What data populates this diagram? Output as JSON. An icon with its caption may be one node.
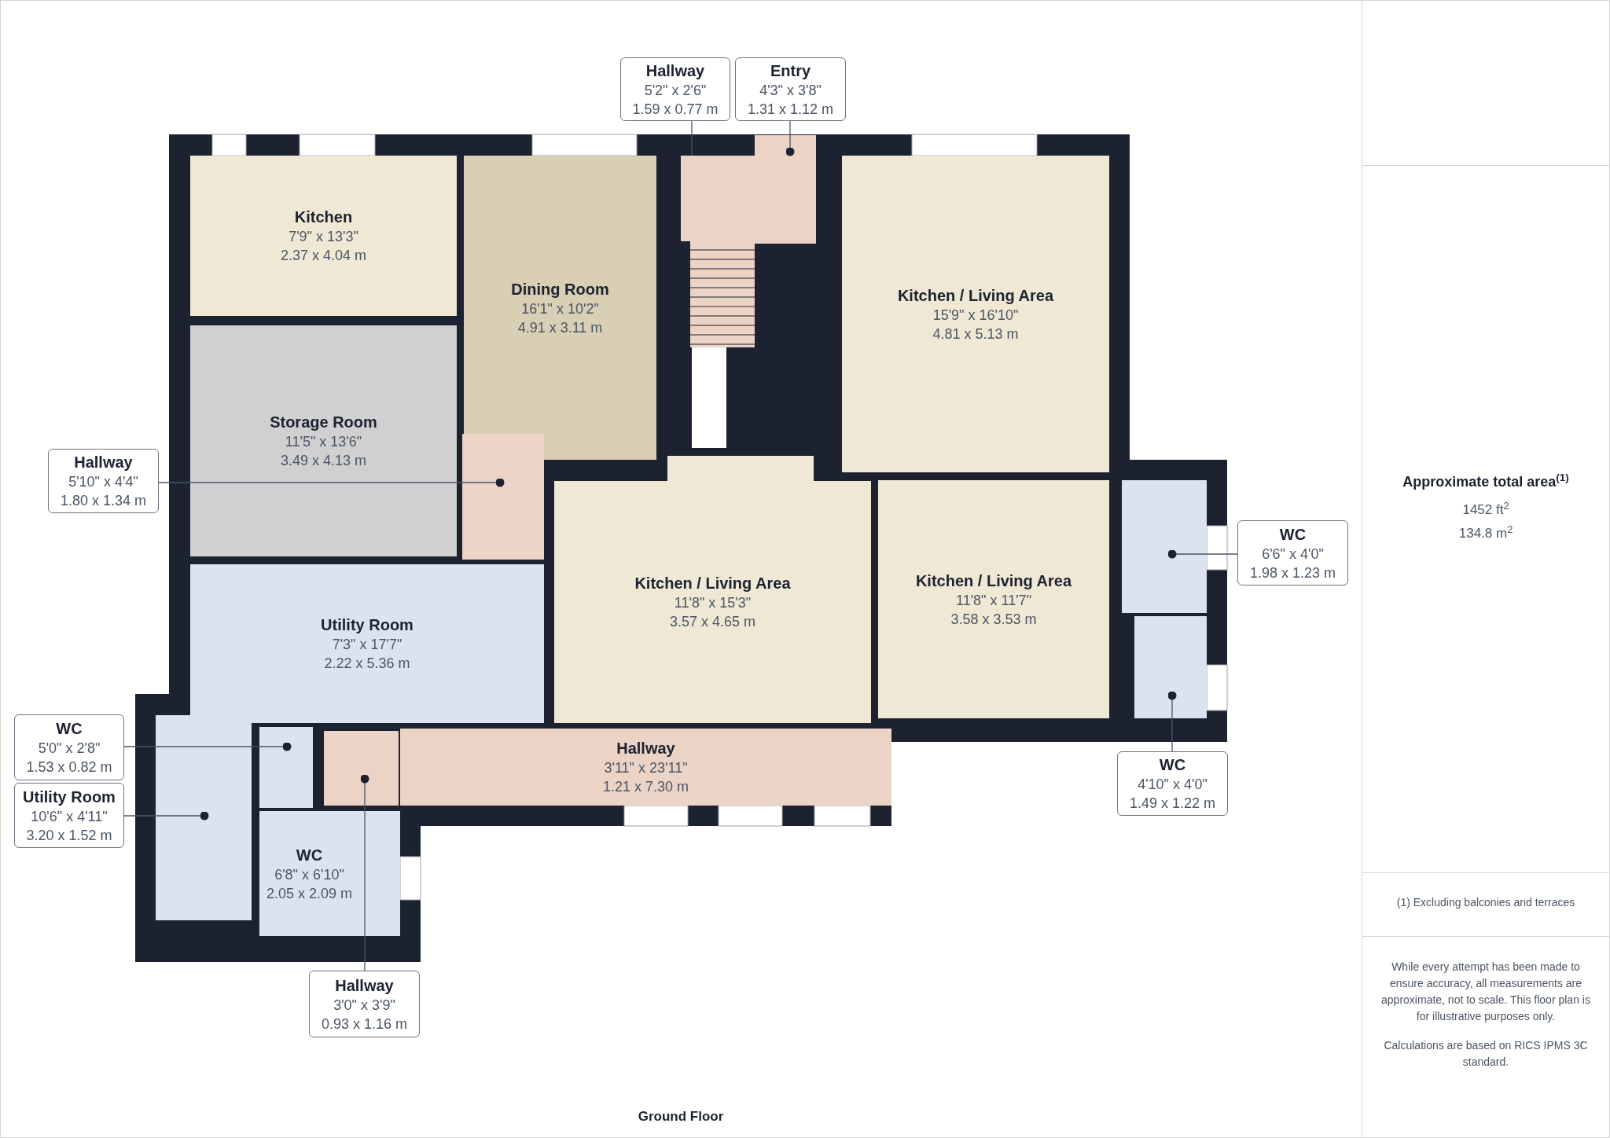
{
  "diagram": {
    "nodes": [
      {
        "text": [
          "Hallway",
          "5'2\" x 2'6\"",
          "1.59 x 0.77 m"
        ]
      },
      {
        "text": [
          "Entry",
          "4'3\" x 3'8\"",
          "1.31 x 1.12 m"
        ]
      },
      {
        "text": [
          "Kitchen",
          "7'9\" x 13'3\"",
          "2.37 x 4.04 m"
        ]
      },
      {
        "text": [
          "Dining Room",
          "16'1\" x 10'2\"",
          "4.91 x 3.11 m"
        ]
      },
      {
        "text": [],
        "shape": "box"
      },
      {
        "text": [],
        "shape": "box"
      },
      {
        "text": [
          "Kitchen / Living Area",
          "15'9\" x 16'10\"",
          "4.81 x 5.13 m"
        ]
      },
      {
        "text": [
          "Storage Room",
          "11'5\" x 13'6\"",
          "3.49 x 4.13 m"
        ]
      },
      {
        "text": [
          "Hallway",
          "5'10\" x 4'4\"",
          "1.80 x 1.34 m"
        ]
      },
      {
        "text": [],
        "shape": "box"
      },
      {
        "text": [
          "Kitchen / Living Area",
          "11'8\" x 15'3\"",
          "3.57 x 4.65 m"
        ]
      },
      {
        "text": [
          "Kitchen / Living Area",
          "11'8\" x 11'7\"",
          "3.58 x 3.53 m"
        ]
      },
      {
        "text": [
          "WC",
          "6'6\" x 4'0\"",
          "1.98 x 1.23 m"
        ]
      },
      {
        "text": [],
        "shape": "box"
      },
      {
        "text": [
          "Utility Room",
          "7'3\" x 17'7\"",
          "2.22 x 5.36 m"
        ]
      },
      {
        "text": [
          "WC",
          "5'0\" x 2'8\"",
          "1.53 x 0.82 m"
        ]
      },
      {
        "text": [],
        "shape": "box"
      },
      {
        "text": [
          "Utility Room",
          "10'6\" x 4'11\"",
          "3.20 x 1.52 m"
        ]
      },
      {
        "text": [],
        "shape": "box"
      },
      {
        "text": [
          "Hallway",
          "3'11\" x 23'11\"",
          "1.21 x 7.30 m"
        ]
      },
      {
        "text": [
          "WC",
          "6'8\" x 6'10\"",
          "2.05 x 2.09 m"
        ]
      },
      {
        "text": [],
        "shape": "box"
      },
      {
        "text": [
          "WC",
          "4'10\" x 4'0\"",
          "1.49 x 1.22 m"
        ]
      },
      {
        "text": [],
        "shape": "box"
      },
      {
        "text": [
          "Hallway",
          "3'0\" x 3'9\"",
          "0.93 x 1.16 m"
        ]
      }
    ],
    "edges": [
      {
        "from": 0,
        "to": 4,
        "arrow": "none"
      },
      {
        "from": 1,
        "to": 5,
        "arrow": "other"
      },
      {
        "from": 8,
        "to": 9,
        "arrow": "other"
      },
      {
        "from": 12,
        "to": 13,
        "arrow": "other"
      },
      {
        "from": 15,
        "to": 16,
        "arrow": "other"
      },
      {
        "from": 17,
        "to": 18,
        "arrow": "other"
      },
      {
        "from": 22,
        "to": 21,
        "arrow": "other"
      },
      {
        "from": 24,
        "to": 23,
        "arrow": "other"
      }
    ],
    "labels": [
      "Approximate total area$^{(1)}$",
      "1452 ft$^{2}$",
      "134.8 m$^{2}$",
      "(1) Excluding balconies and terraces",
      "While every attempt has been made to ensure accuracy, all measurements are approximate, not to scale. This floor plan is for illustrative purposes only.",
      "Calculations are based on RICS IPMS 3C standard.",
      "Ground Floor"
    ]
  }
}
